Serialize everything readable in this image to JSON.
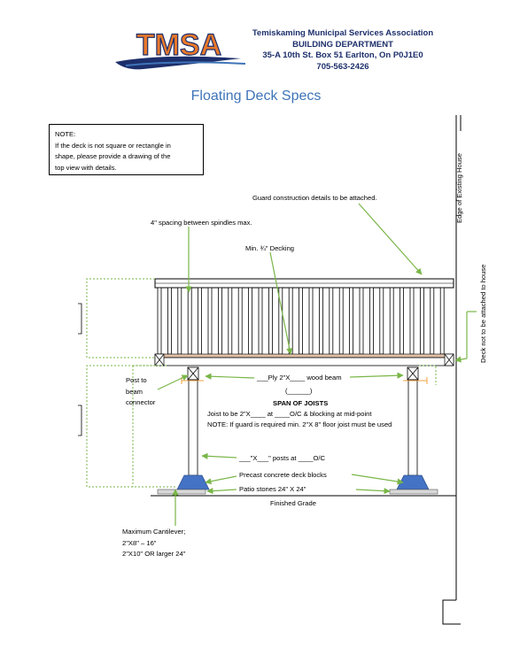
{
  "header": {
    "logo_text": "TMSA",
    "org_name": "Temiskaming Municipal Services Association",
    "department": "BUILDING DEPARTMENT",
    "address": "35-A 10th St. Box 51 Earlton, On P0J1E0",
    "phone": "705-563-2426"
  },
  "title": "Floating Deck Specs",
  "note": {
    "heading": "NOTE:",
    "line1": "If the deck is not square or rectangle in",
    "line2": "shape, please provide a drawing of the",
    "line3": "top view with details."
  },
  "labels": {
    "guard_details": "Guard construction details to be attached.",
    "spindle_spacing": "4\" spacing between spindles max.",
    "decking": "Min. ¾\" Decking",
    "edge_of_house": "Edge of Existing House",
    "not_attached": "Deck not to be attached to house",
    "post_connector_1": "Post to",
    "post_connector_2": "beam",
    "post_connector_3": "connector",
    "beam": "___Ply 2\"X____ wood beam",
    "span_blank": "(______)",
    "span_title": "SPAN OF JOISTS",
    "joist_spec": "Joist to be 2\"X____ at ____O/C & blocking at mid-point",
    "joist_note": "NOTE: If guard is required min. 2\"X 8\" floor joist must be used",
    "posts": "___\"X___\" posts at ____O/C",
    "deck_blocks": "Precast concrete deck blocks",
    "patio_stones": "Patio stones 24\" X 24\"",
    "finished_grade": "Finished Grade",
    "cantilever_1": "Maximum Cantilever;",
    "cantilever_2": "2\"X8\" – 16\"",
    "cantilever_3": "2\"X10\" OR larger 24\""
  },
  "colors": {
    "accent_green": "#7ab648",
    "block_blue": "#4472c4",
    "title_blue": "#3f74b8",
    "org_navy": "#1d2f6b",
    "logo_orange": "#e8782a",
    "dim_orange": "#f0a040",
    "deck_board": "#e0c0a8"
  }
}
